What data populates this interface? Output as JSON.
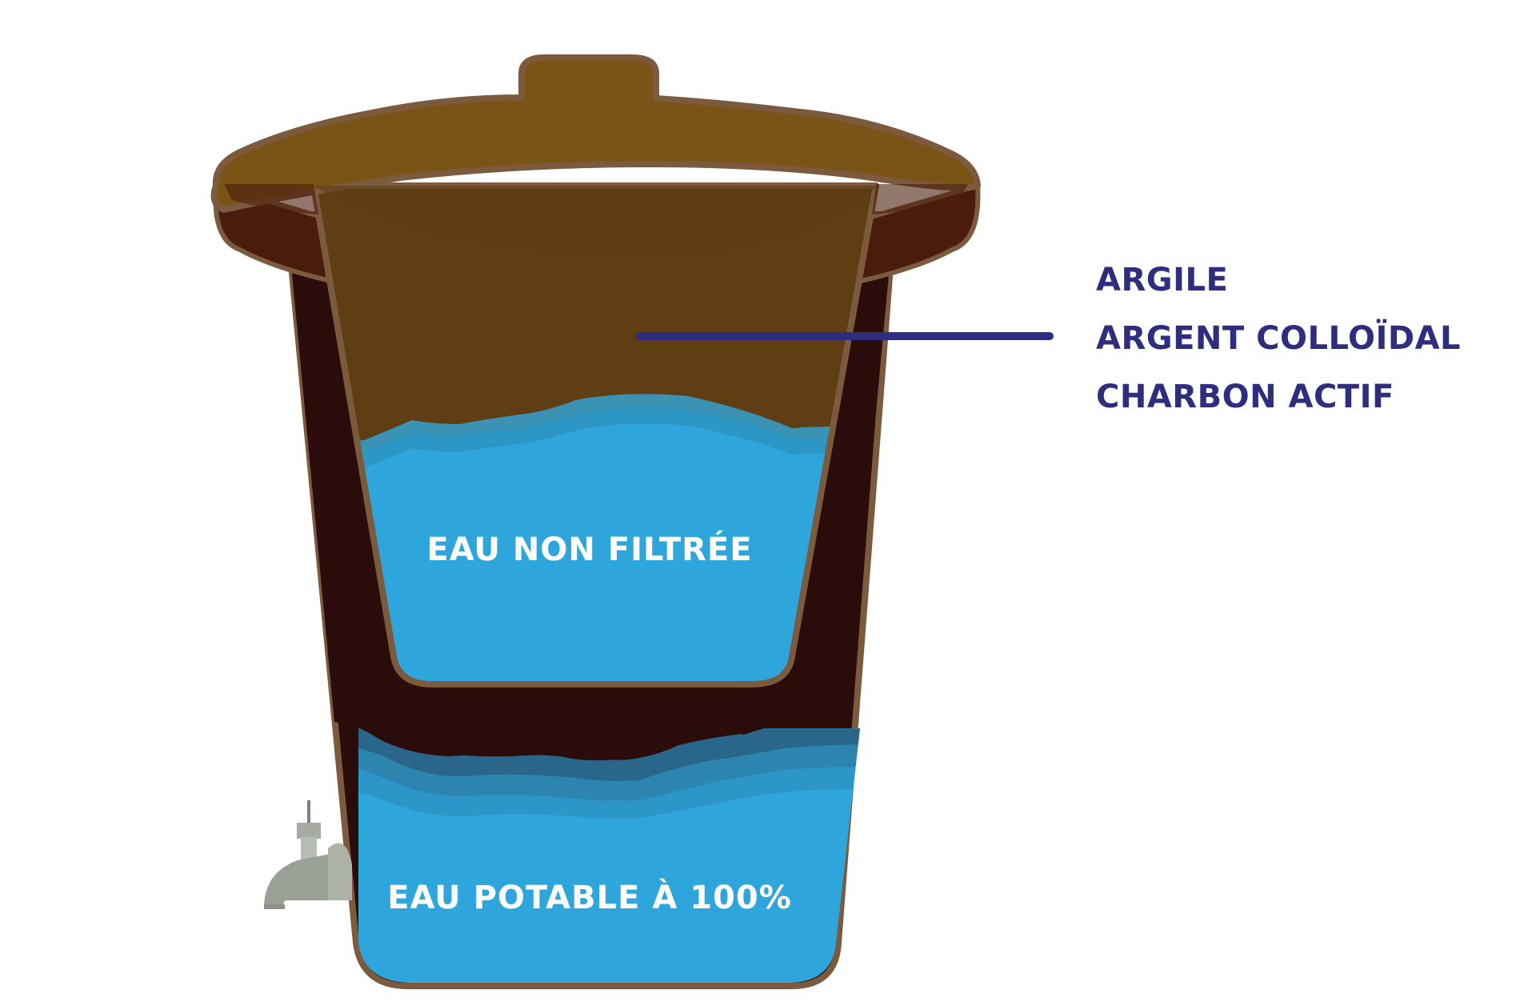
{
  "labels": {
    "unfiltered": "EAU NON FILTRÉE",
    "potable": "EAU POTABLE À 100%"
  },
  "filter_materials": [
    "ARGILE",
    "ARGENT COLLOÏDAL",
    "CHARBON ACTIF"
  ],
  "colors": {
    "lid": "#7a5417",
    "lid_dark": "#5c3d12",
    "rim_shadow": "#4a1c0c",
    "outline": "#7b5a3e",
    "wall": "#2a0c0a",
    "water": "#2ea6dc",
    "water_dark": "#2a7fa6",
    "annotation": "#2e2d7e",
    "tap": "#9aa095"
  }
}
